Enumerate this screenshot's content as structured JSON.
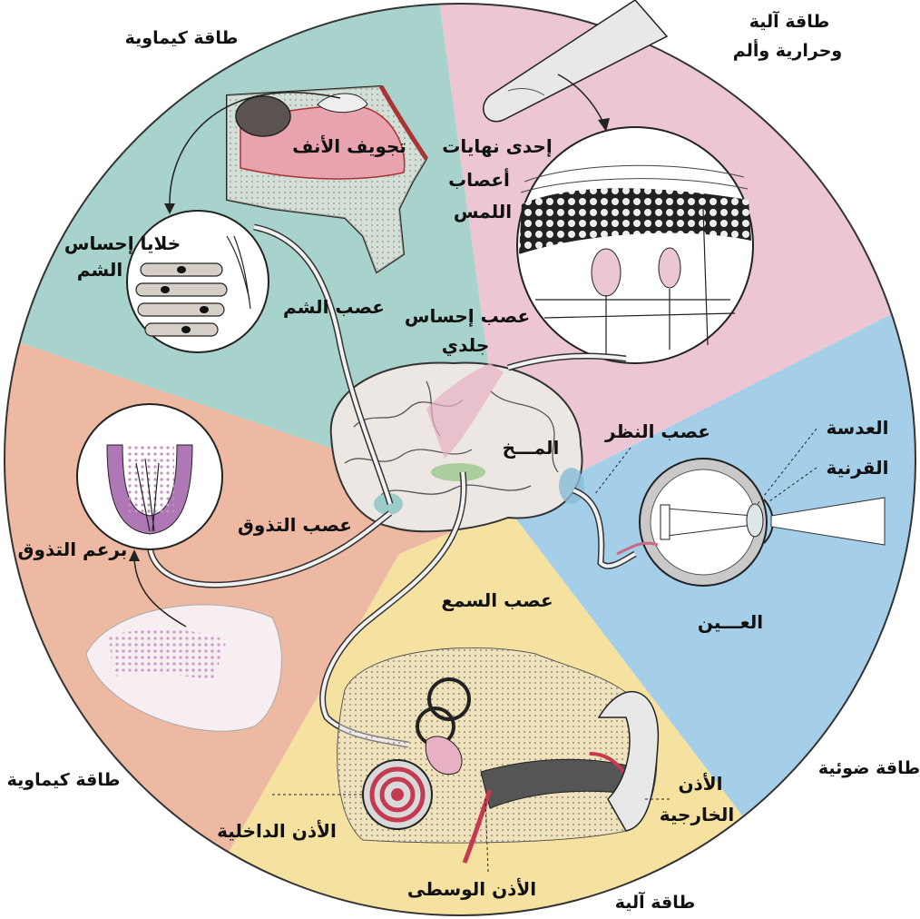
{
  "colors": {
    "chemical_smell": "#a8d3cc",
    "mechanical_touch": "#ecc6d2",
    "light": "#a5cfe8",
    "mechanical_hearing": "#f6e2a0",
    "chemical_taste": "#eeb9a2",
    "brain": "#ece7e2",
    "nerve": "#f2f2f2"
  },
  "sections": {
    "top_left": "طاقة كيماوية",
    "top_right_line1": "طاقة آلية",
    "top_right_line2": "وحرارية وألم",
    "right": "طاقة ضوئية",
    "bottom": "طاقة آلية",
    "bottom_left": "طاقة كيماوية"
  },
  "labels": {
    "nasal_cavity": "تجويف الأنف",
    "smell_cells_line1": "خلايا إحساس",
    "smell_cells_line2": "الشم",
    "olfactory_nerve": "عصب الشم",
    "touch_ending_line1": "إحدى نهايات",
    "touch_ending_line2": "أعصاب",
    "touch_ending_line3": "اللمس",
    "skin_nerve_line1": "عصب إحساس",
    "skin_nerve_line2": "جلدي",
    "brain": "المـــخ",
    "optic_nerve": "عصب النظر",
    "lens": "العدسة",
    "cornea": "القرنية",
    "eye": "العـــين",
    "taste_nerve": "عصب التذوق",
    "taste_bud": "برعم التذوق",
    "auditory_nerve": "عصب السمع",
    "inner_ear": "الأذن الداخلية",
    "middle_ear": "الأذن الوسطى",
    "outer_ear_line1": "الأذن",
    "outer_ear_line2": "الخارجية"
  }
}
